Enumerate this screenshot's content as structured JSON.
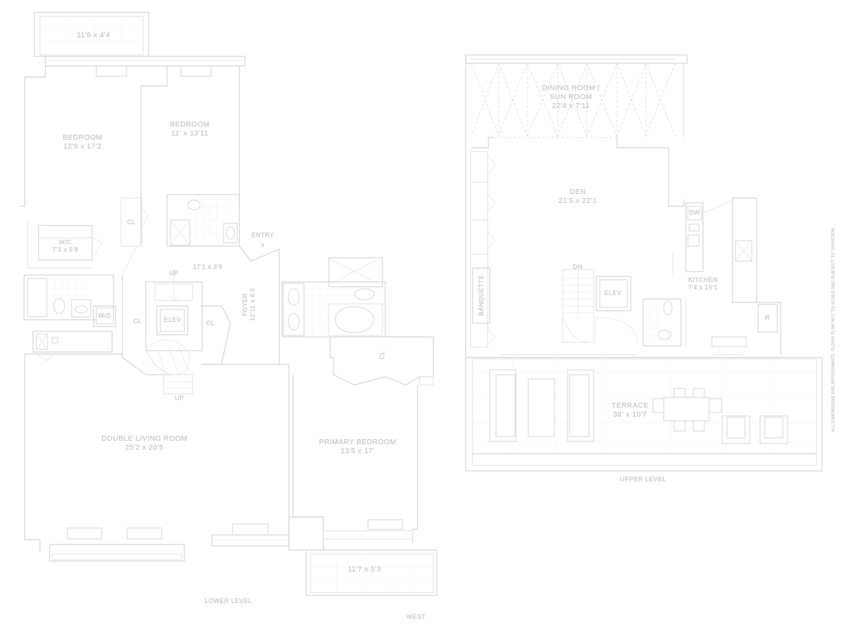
{
  "plan": {
    "lower_level": {
      "title": "LOWER LEVEL",
      "rooms": [
        {
          "name": "",
          "dims": "11'6 x 4'4",
          "type": "balcony-north"
        },
        {
          "name": "BEDROOM",
          "dims": "12'9 x 17'2"
        },
        {
          "name": "BEDROOM",
          "dims": "11' x 13'11"
        },
        {
          "name": "W/C",
          "dims": "7'3 x 5'8"
        },
        {
          "name": "CL",
          "dims": ""
        },
        {
          "name": "ENTRY",
          "dims": ""
        },
        {
          "name": "",
          "dims": "17'1 x 3'9",
          "type": "hall"
        },
        {
          "name": "FOYER",
          "dims": "12'11 x 8'3"
        },
        {
          "name": "W/D",
          "dims": ""
        },
        {
          "name": "CL",
          "dims": ""
        },
        {
          "name": "ELEV.",
          "dims": ""
        },
        {
          "name": "CL",
          "dims": ""
        },
        {
          "name": "CL",
          "dims": ""
        },
        {
          "name": "DOUBLE LIVING ROOM",
          "dims": "25'2 x 20'5"
        },
        {
          "name": "PRIMARY BEDROOM",
          "dims": "13'5 x 17'"
        },
        {
          "name": "",
          "dims": "11'7 x 5'3",
          "type": "balcony-south"
        }
      ],
      "stair_labels": [
        "UP",
        "UP"
      ]
    },
    "upper_level": {
      "title": "UPPER LEVEL",
      "rooms": [
        {
          "name": "DINING ROOM / SUN ROOM",
          "line1": "DINING ROOM /",
          "line2": "SUN ROOM",
          "dims": "22'4 x 7'11"
        },
        {
          "name": "DEN",
          "dims": "21'5 x 22'1"
        },
        {
          "name": "BANQUETTE",
          "dims": ""
        },
        {
          "name": "ELEV.",
          "dims": ""
        },
        {
          "name": "KITCHEN",
          "dims": "7'4 x 16'1"
        },
        {
          "name": "TERRACE",
          "dims": "38' x 10'7"
        }
      ],
      "stair_labels": [
        "DN"
      ],
      "appliances": [
        "DW",
        "R"
      ]
    },
    "orientation": "WEST",
    "disclaimer": "ALL DIMENSIONS ARE APPROXIMATE. FLOOR PLAN NOT TO SCALE AND SUBJECT TO VARIATION."
  }
}
